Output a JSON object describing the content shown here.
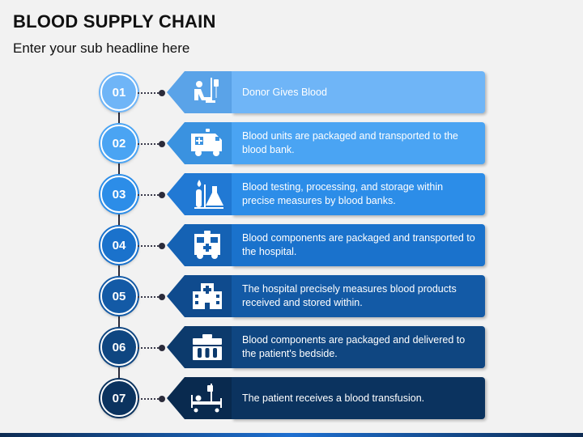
{
  "header": {
    "title": "BLOOD SUPPLY CHAIN",
    "subtitle": "Enter your sub headline here"
  },
  "colors": {
    "step_fills": [
      "#6fb5f7",
      "#4aa4f3",
      "#2c8de8",
      "#1a72cc",
      "#135aa6",
      "#0f4681",
      "#0b335f"
    ],
    "arrow_fills": [
      "#5aa3e8",
      "#3a92e0",
      "#2179d4",
      "#1562b4",
      "#0f4b8e",
      "#0c3a6c",
      "#092a4f"
    ]
  },
  "steps": [
    {
      "number": "01",
      "text": "Donor Gives Blood",
      "icon": "blood-donor-icon"
    },
    {
      "number": "02",
      "text": "Blood units are packaged and transported to the blood bank.",
      "icon": "delivery-van-icon"
    },
    {
      "number": "03",
      "text": "Blood testing, processing, and storage within precise measures by blood banks.",
      "icon": "lab-test-icon"
    },
    {
      "number": "04",
      "text": "Blood components are packaged and transported to the hospital.",
      "icon": "ambulance-icon"
    },
    {
      "number": "05",
      "text": "The hospital precisely measures blood products received and stored within.",
      "icon": "hospital-icon"
    },
    {
      "number": "06",
      "text": "Blood components are packaged and delivered to the patient's bedside.",
      "icon": "medical-kit-icon"
    },
    {
      "number": "07",
      "text": "The patient receives a blood transfusion.",
      "icon": "transfusion-bed-icon"
    }
  ]
}
